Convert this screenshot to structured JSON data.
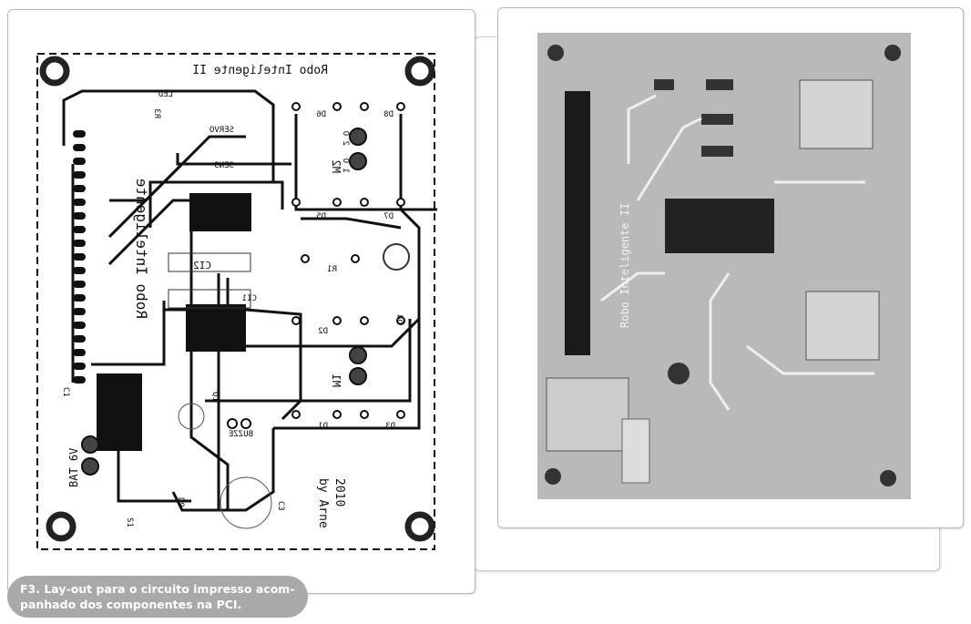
{
  "caption": {
    "line1": "F3. Lay-out para o circuito impresso acom-",
    "line2": "panhado dos componentes na PCI."
  },
  "pcb_layout": {
    "title": "Robo Inteligente II",
    "credit_year": "2010",
    "credit_author": "by Arne",
    "labels": {
      "led": "LED",
      "servo": "SERVO",
      "sens": "SENS",
      "r3": "R3",
      "d6": "D6",
      "d8": "D8",
      "m2": "M2",
      "d5": "D5",
      "d7": "D7",
      "ci2": "CI2",
      "ci1": "CI1",
      "r1": "R1",
      "d2": "D2",
      "d4": "D4",
      "m1": "M1",
      "d1": "D1",
      "d3": "D3",
      "q1": "Q1",
      "buzzer": "BUZZE",
      "bat": "BAT 6V",
      "c1": "C1",
      "s1": "S1",
      "d9": "D9",
      "c3": "C3",
      "robo": "Robo Inteligente",
      "pin_a": "1 O",
      "pin_b": "2 O"
    }
  },
  "photo": {
    "board_text": "Robo Inteligente II"
  },
  "colors": {
    "caption_bg": "#a9a9a9",
    "trace": "#111111",
    "photo_bg": "#b9b9b9"
  }
}
